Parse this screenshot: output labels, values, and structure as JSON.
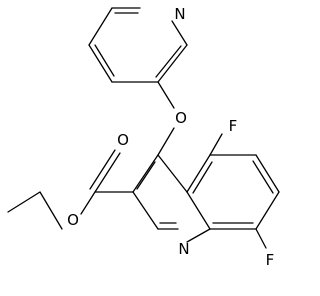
{
  "structure": {
    "atoms": [
      {
        "id": "n_pyridine",
        "label": "N"
      },
      {
        "id": "o_ether",
        "label": "O"
      },
      {
        "id": "o_carbonyl",
        "label": "O"
      },
      {
        "id": "o_ester",
        "label": "O"
      },
      {
        "id": "f_5",
        "label": "F"
      },
      {
        "id": "f_8",
        "label": "F"
      },
      {
        "id": "n_quinoline",
        "label": "N"
      }
    ],
    "colors": {
      "bond": "#000000",
      "label": "#000000",
      "background": "#ffffff"
    }
  }
}
